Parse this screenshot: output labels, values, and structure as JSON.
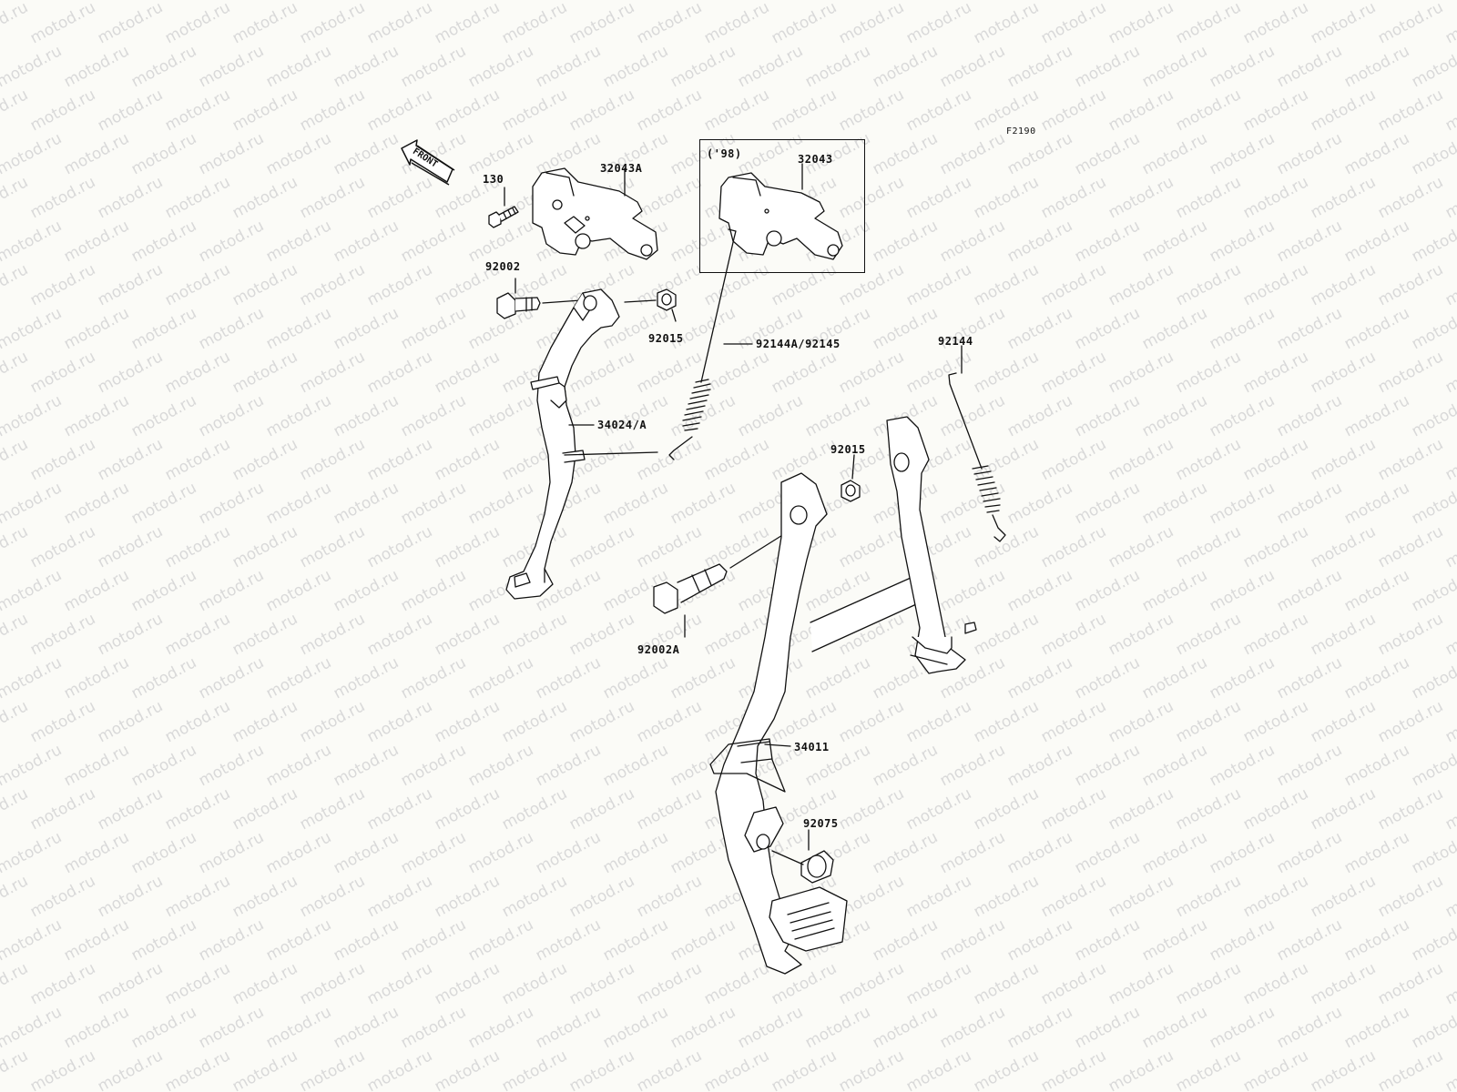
{
  "watermark": {
    "text": "motod.ru",
    "color": "#d9d9d9"
  },
  "figure_code": "F2190",
  "front_arrow": {
    "label": "FRONT",
    "icon": "front-arrow-icon"
  },
  "inset": {
    "year_note": "('98)",
    "part": "32043"
  },
  "parts": {
    "p130": "130",
    "p32043A": "32043A",
    "p92002": "92002",
    "p92015a": "92015",
    "p92144A": "92144A/92145",
    "p34024": "34024/A",
    "p92144": "92144",
    "p92015b": "92015",
    "p92002A": "92002A",
    "p34011": "34011",
    "p92075": "92075"
  }
}
